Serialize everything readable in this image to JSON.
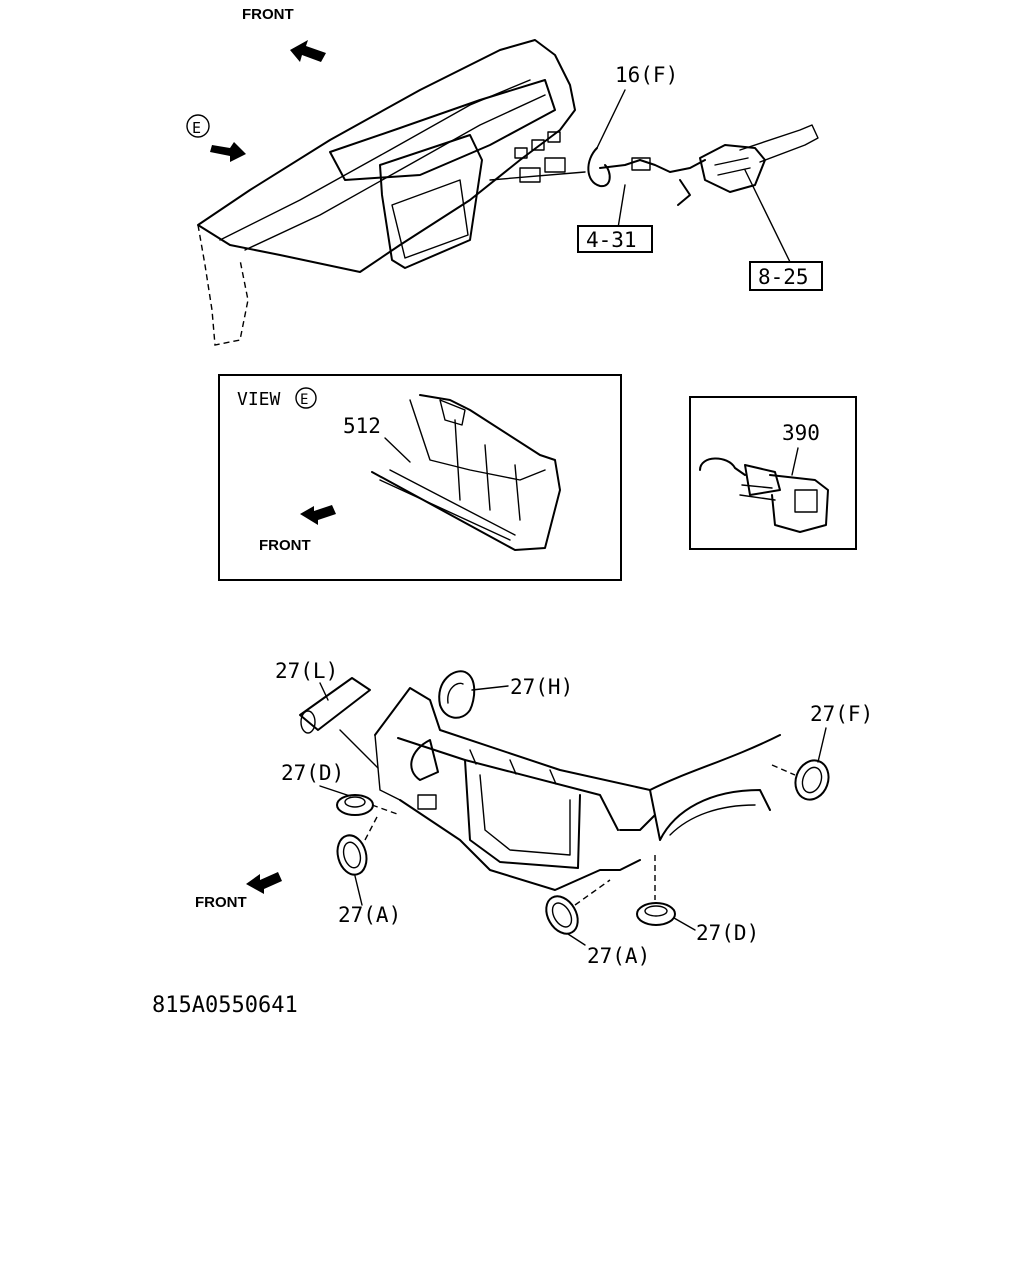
{
  "top_assembly": {
    "front_label": "FRONT",
    "view_marker": "E",
    "callout_16f": "16(F)",
    "ref_box_1": "4-31",
    "ref_box_2": "8-25"
  },
  "view_e_panel": {
    "title_text": "VIEW",
    "title_marker": "E",
    "part_512": "512",
    "front_label": "FRONT"
  },
  "connector_panel": {
    "part_390": "390"
  },
  "bottom_assembly": {
    "callout_27l": "27(L)",
    "callout_27h": "27(H)",
    "callout_27f": "27(F)",
    "callout_27d_left": "27(D)",
    "callout_27a_left": "27(A)",
    "callout_27a_right": "27(A)",
    "callout_27d_right": "27(D)",
    "front_label": "FRONT"
  },
  "drawing_code": "815A0550641"
}
